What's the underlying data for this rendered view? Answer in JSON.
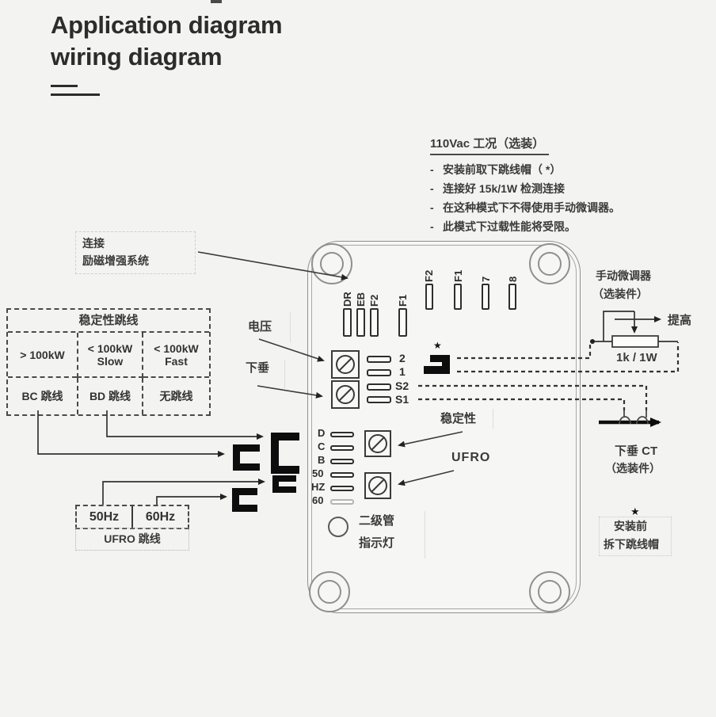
{
  "title": {
    "line1": "Application diagram",
    "line2": "wiring diagram"
  },
  "notes110": {
    "heading": "110Vac 工况（选装）",
    "bullet": "-",
    "items": [
      "安装前取下跳线帽（ *）",
      "连接好 15k/1W 检测连接",
      "在这种模式下不得使用手动微调器。",
      "此模式下过载性能将受限。"
    ]
  },
  "connect_label": {
    "line1": "连接",
    "line2": "励磁增强系统"
  },
  "stability_table": {
    "header": "稳定性跳线",
    "row1": [
      {
        "l1": "> 100kW",
        "l2": ""
      },
      {
        "l1": "< 100kW",
        "l2": "Slow"
      },
      {
        "l1": "< 100kW",
        "l2": "Fast"
      }
    ],
    "row2": [
      "BC 跳线",
      "BD 跳线",
      "无跳线"
    ]
  },
  "freq_box": {
    "left": "50Hz",
    "right": "60Hz",
    "caption": "UFRO  跳线"
  },
  "board": {
    "terminals_left": [
      "DR",
      "EB",
      "F2",
      "F1"
    ],
    "terminals_right": [
      "F2",
      "F1",
      "7",
      "8"
    ],
    "jumper_pad_labels": [
      "2",
      "1",
      "S2",
      "S1"
    ],
    "freq_pad_labels": [
      "D",
      "C",
      "B",
      "50",
      "HZ",
      "60"
    ],
    "led_label": {
      "line1": "二级管",
      "line2": "指示灯"
    },
    "star": "★"
  },
  "pot_labels": {
    "voltage": "电压",
    "droop": "下垂",
    "stability": "稳定性",
    "ufro": "UFRO"
  },
  "trimmer": {
    "title1": "手动微调器",
    "title2": "（选装件）",
    "raise": "提高",
    "resistor": "1k / 1W"
  },
  "ct": {
    "line1": "下垂  CT",
    "line2": "（选装件）"
  },
  "star_note": {
    "star": "★",
    "line1": "安装前",
    "line2": "拆下跳线帽"
  },
  "colors": {
    "ink": "#2c2c2c",
    "line": "#3a3a3a",
    "black": "#0d0d0d"
  }
}
